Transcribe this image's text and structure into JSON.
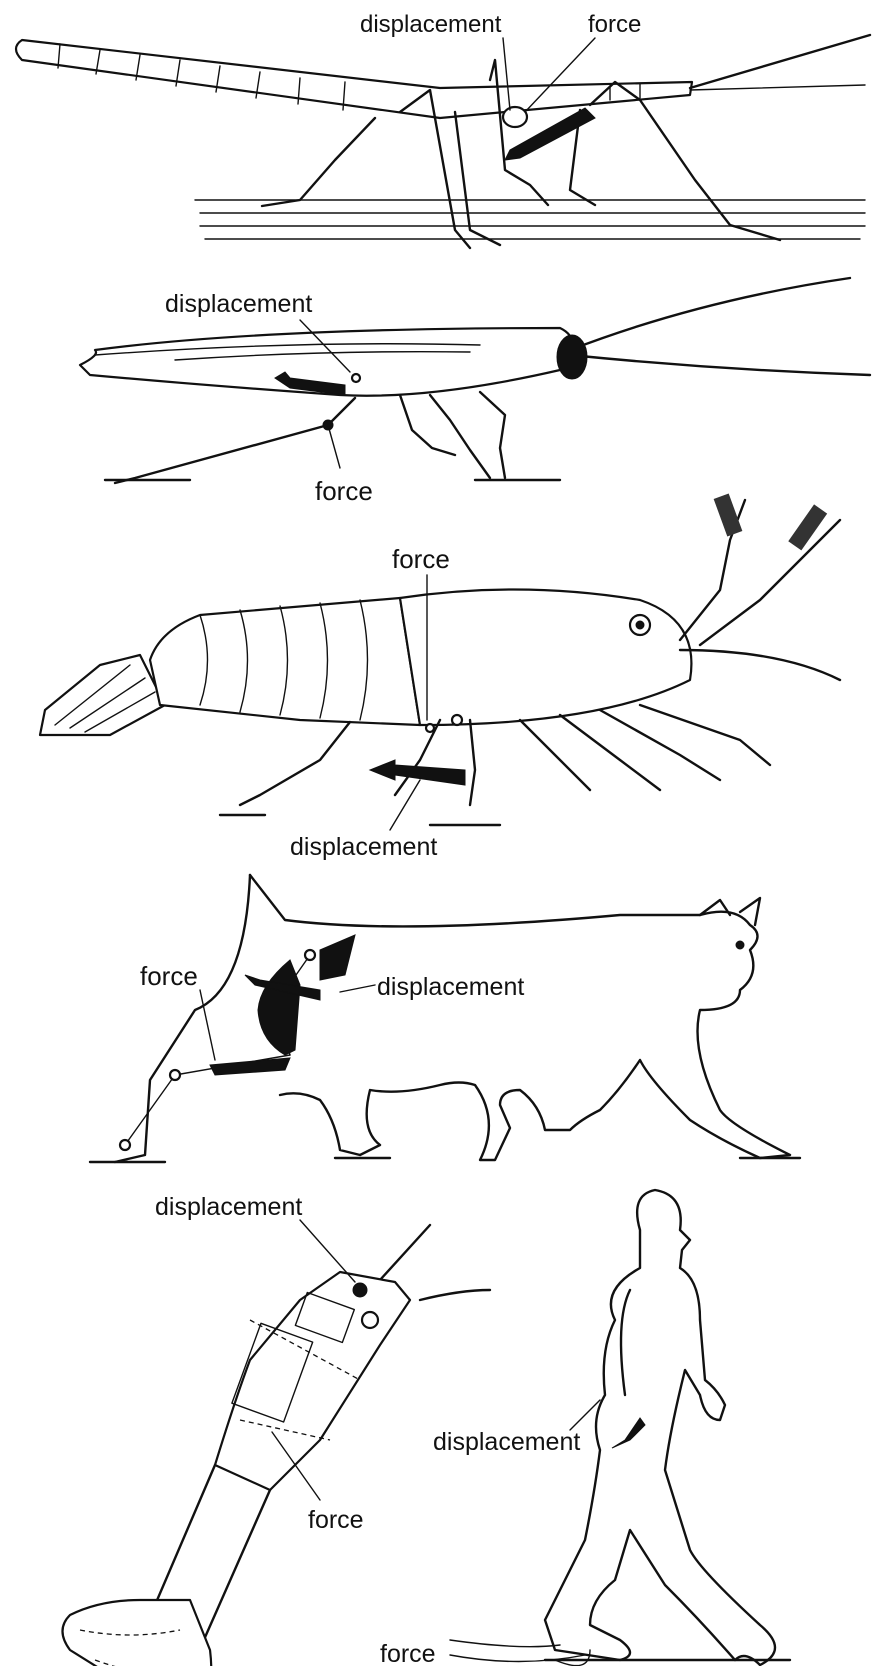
{
  "panels": [
    {
      "id": "stick-insect",
      "labels": {
        "displacement": "displacement",
        "force": "force"
      }
    },
    {
      "id": "cockroach",
      "labels": {
        "displacement": "displacement",
        "force": "force"
      }
    },
    {
      "id": "lobster",
      "labels": {
        "force": "force",
        "displacement": "displacement"
      }
    },
    {
      "id": "cat",
      "labels": {
        "force": "force",
        "displacement": "displacement"
      }
    },
    {
      "id": "prosthetic-leg",
      "labels": {
        "displacement": "displacement",
        "force": "force"
      }
    },
    {
      "id": "human",
      "labels": {
        "displacement": "displacement",
        "force": "force"
      }
    }
  ]
}
